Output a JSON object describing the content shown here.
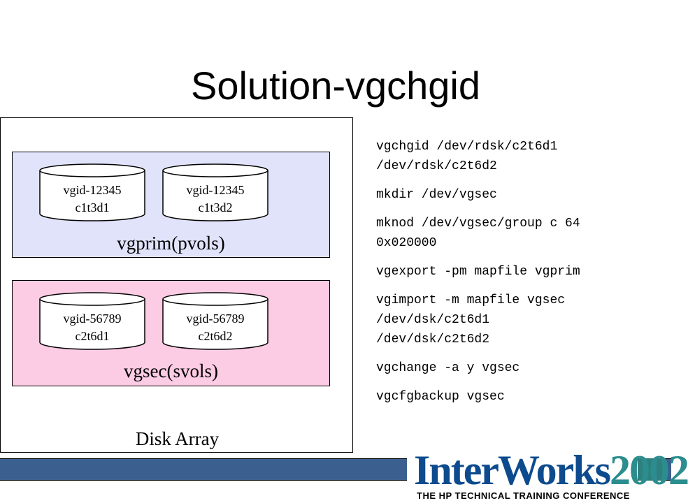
{
  "slide": {
    "title": "Solution-vgchgid"
  },
  "diagram": {
    "array_label": "Disk Array",
    "vg_primary": {
      "label": "vgprim(pvols)",
      "disks": [
        {
          "vgid": "vgid-12345",
          "device": "c1t3d1"
        },
        {
          "vgid": "vgid-12345",
          "device": "c1t3d2"
        }
      ]
    },
    "vg_secondary": {
      "label": "vgsec(svols)",
      "disks": [
        {
          "vgid": "vgid-56789",
          "device": "c2t6d1"
        },
        {
          "vgid": "vgid-56789",
          "device": "c2t6d2"
        }
      ]
    }
  },
  "commands": [
    "vgchgid /dev/rdsk/c2t6d1\n/dev/rdsk/c2t6d2",
    "mkdir /dev/vgsec",
    "mknod /dev/vgsec/group c 64\n0x020000",
    "vgexport -pm mapfile vgprim",
    "vgimport -m mapfile vgsec\n/dev/dsk/c2t6d1\n/dev/dsk/c2t6d2",
    "vgchange -a y vgsec",
    "vgcfgbackup vgsec"
  ],
  "footer": {
    "logo_part1": "InterWorks",
    "logo_part2": "2002",
    "logo_tagline": "THE HP TECHNICAL TRAINING CONFERENCE"
  },
  "colors": {
    "vg_primary_fill": "#e1e3fb",
    "vg_secondary_fill": "#fccbe4",
    "footer_bar": "#3b5f8f",
    "logo_blue": "#0d4b8e",
    "logo_teal": "#2b8d8d"
  }
}
